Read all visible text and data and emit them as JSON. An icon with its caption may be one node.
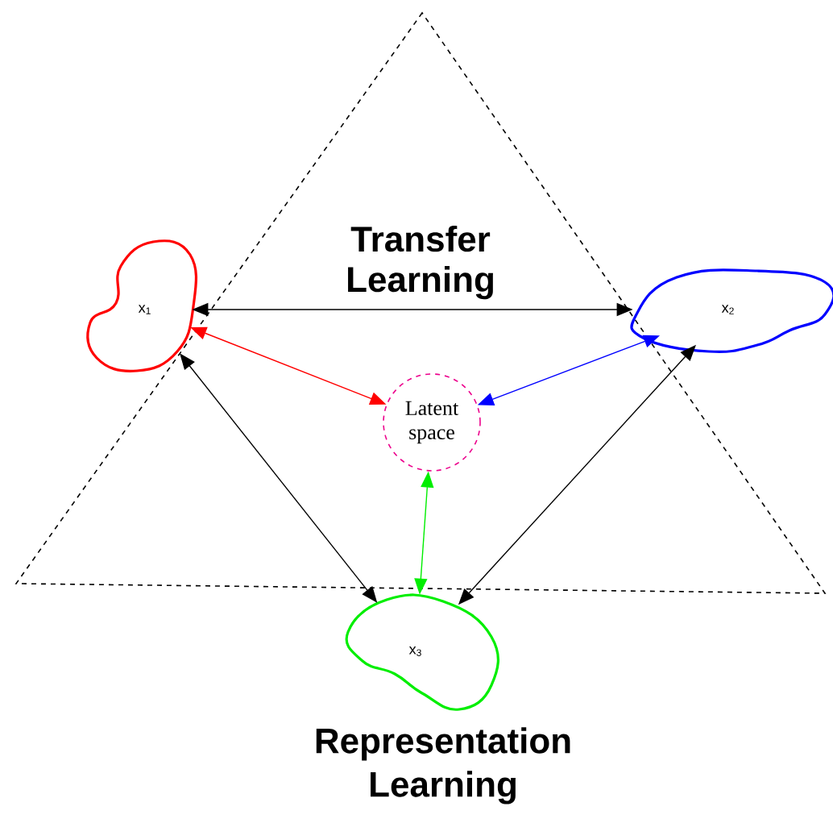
{
  "diagram": {
    "nodes": [
      {
        "text": [
          "Transfer Learning"
        ]
      },
      {
        "text": [
          "x$_{1}$"
        ]
      },
      {
        "text": [
          "x$_{2}$"
        ]
      },
      {
        "text": [
          "x$_{3}$"
        ]
      },
      {
        "text": [
          "Latent space"
        ],
        "in": 0
      }
    ],
    "edges": [
      {
        "from": 1,
        "to": 2,
        "arrow": "both"
      },
      {
        "from": 1,
        "to": 3,
        "arrow": "both"
      },
      {
        "from": 2,
        "to": 3,
        "arrow": "both"
      },
      {
        "from": 1,
        "to": 4,
        "arrow": "both",
        "color": "#ff0000"
      },
      {
        "from": 2,
        "to": 4,
        "arrow": "both",
        "color": "#0000ff"
      },
      {
        "from": 3,
        "to": 4,
        "arrow": "both",
        "color": "#00ee00"
      }
    ],
    "labels": [
      "Representation Learning"
    ]
  }
}
